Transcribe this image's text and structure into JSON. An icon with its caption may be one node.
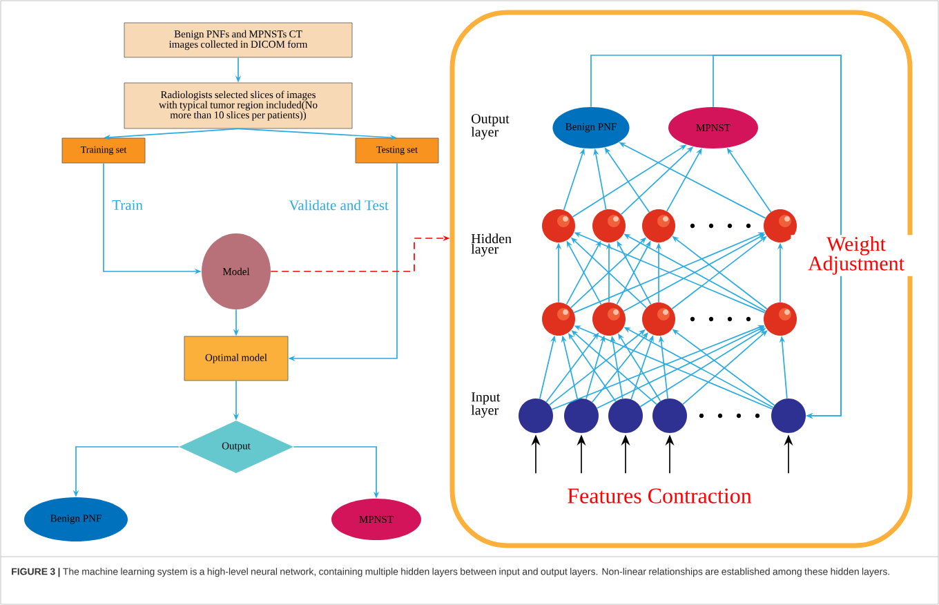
{
  "diagram": {
    "caption": "**FIGURE 3 |** The machine learning system is a high-level neural network, containing multiple hidden layers between input and output layers. Non-linear relationships are established among these hidden layers.",
    "nodes": [
      {
        "text": [
          "Benign PNFs and MPNSTs CT images collected in DICOM form"
        ]
      },
      {
        "text": [
          "Radiologists selected slices of images with typical tumor region included(No more than 10 slices per patients))"
        ]
      },
      {
        "text": [
          "Training set"
        ]
      },
      {
        "text": [
          "Testing set"
        ]
      },
      {
        "text": [
          "Model"
        ]
      },
      {
        "text": [
          "Optimal model"
        ]
      },
      {
        "text": [
          "Output"
        ]
      },
      {
        "text": [
          "Benign PNF"
        ]
      },
      {
        "text": [
          "MPNST"
        ]
      },
      {
        "text": [],
        "shape": "box"
      },
      {
        "text": [
          "Benign PNF"
        ],
        "in": 9
      },
      {
        "text": [
          "MPNST"
        ],
        "in": 9
      },
      {
        "text": [],
        "shape": "circle",
        "in": 9
      },
      {
        "text": [],
        "shape": "circle",
        "in": 9
      },
      {
        "text": [],
        "shape": "circle",
        "in": 9
      },
      {
        "text": [],
        "shape": "circle",
        "in": 9
      },
      {
        "text": [],
        "shape": "circle",
        "in": 9
      },
      {
        "text": [],
        "shape": "circle",
        "in": 9
      },
      {
        "text": [],
        "shape": "circle",
        "in": 9
      },
      {
        "text": [],
        "shape": "circle",
        "in": 9
      },
      {
        "text": [],
        "shape": "circle",
        "in": 9
      },
      {
        "text": [],
        "shape": "circle",
        "in": 9
      },
      {
        "text": [],
        "shape": "circle",
        "in": 9
      },
      {
        "text": [],
        "shape": "circle",
        "in": 9
      },
      {
        "text": [],
        "shape": "circle",
        "in": 9
      }
    ],
    "edges": [
      {
        "from": 0,
        "to": 1,
        "arrow": "to"
      },
      {
        "from": 1,
        "to": 2,
        "arrow": "to"
      },
      {
        "from": 1,
        "to": 3,
        "arrow": "to"
      },
      {
        "from": 2,
        "to": 4,
        "arrow": "to",
        "label": "Train"
      },
      {
        "from": 3,
        "to": 5,
        "arrow": "to",
        "label": "Validate and Test"
      },
      {
        "from": 4,
        "to": 5,
        "arrow": "to"
      },
      {
        "from": 5,
        "to": 6,
        "arrow": "to"
      },
      {
        "from": 6,
        "to": 7,
        "arrow": "to"
      },
      {
        "from": 6,
        "to": 8,
        "arrow": "to"
      },
      {
        "from": 4,
        "to": 9,
        "arrow": "to",
        "style": "dashed",
        "color": "#ff0000"
      },
      {
        "from": 12,
        "to": 10,
        "arrow": "to"
      },
      {
        "from": 12,
        "to": 11,
        "arrow": "to"
      },
      {
        "from": 13,
        "to": 10,
        "arrow": "to"
      },
      {
        "from": 13,
        "to": 11,
        "arrow": "to"
      },
      {
        "from": 14,
        "to": 10,
        "arrow": "to"
      },
      {
        "from": 14,
        "to": 11,
        "arrow": "to"
      },
      {
        "from": 15,
        "to": 10,
        "arrow": "to"
      },
      {
        "from": 15,
        "to": 11,
        "arrow": "to"
      },
      {
        "from": 16,
        "to": 12,
        "arrow": "to"
      },
      {
        "from": 16,
        "to": 13,
        "arrow": "to"
      },
      {
        "from": 16,
        "to": 14,
        "arrow": "to"
      },
      {
        "from": 16,
        "to": 15,
        "arrow": "to"
      },
      {
        "from": 17,
        "to": 12,
        "arrow": "to"
      },
      {
        "from": 17,
        "to": 13,
        "arrow": "to"
      },
      {
        "from": 17,
        "to": 14,
        "arrow": "to"
      },
      {
        "from": 17,
        "to": 15,
        "arrow": "to"
      },
      {
        "from": 18,
        "to": 12,
        "arrow": "to"
      },
      {
        "from": 18,
        "to": 13,
        "arrow": "to"
      },
      {
        "from": 18,
        "to": 14,
        "arrow": "to"
      },
      {
        "from": 18,
        "to": 15,
        "arrow": "to"
      },
      {
        "from": 19,
        "to": 12,
        "arrow": "to"
      },
      {
        "from": 19,
        "to": 13,
        "arrow": "to"
      },
      {
        "from": 19,
        "to": 14,
        "arrow": "to"
      },
      {
        "from": 19,
        "to": 15,
        "arrow": "to"
      },
      {
        "from": 20,
        "to": 16,
        "arrow": "to"
      },
      {
        "from": 20,
        "to": 17,
        "arrow": "to"
      },
      {
        "from": 20,
        "to": 18,
        "arrow": "to"
      },
      {
        "from": 20,
        "to": 19,
        "arrow": "to"
      },
      {
        "from": 21,
        "to": 16,
        "arrow": "to"
      },
      {
        "from": 21,
        "to": 17,
        "arrow": "to"
      },
      {
        "from": 21,
        "to": 18,
        "arrow": "to"
      },
      {
        "from": 21,
        "to": 19,
        "arrow": "to"
      },
      {
        "from": 22,
        "to": 16,
        "arrow": "to"
      },
      {
        "from": 22,
        "to": 17,
        "arrow": "to"
      },
      {
        "from": 22,
        "to": 18,
        "arrow": "to"
      },
      {
        "from": 22,
        "to": 19,
        "arrow": "to"
      },
      {
        "from": 23,
        "to": 16,
        "arrow": "to"
      },
      {
        "from": 23,
        "to": 17,
        "arrow": "to"
      },
      {
        "from": 23,
        "to": 18,
        "arrow": "to"
      },
      {
        "from": 23,
        "to": 19,
        "arrow": "to"
      },
      {
        "from": 24,
        "to": 16,
        "arrow": "to"
      },
      {
        "from": 24,
        "to": 17,
        "arrow": "to"
      },
      {
        "from": 24,
        "to": 18,
        "arrow": "to"
      },
      {
        "from": 24,
        "to": 19,
        "arrow": "to"
      },
      {
        "from": 10,
        "to": 24,
        "arrow": "to",
        "label": "Weight Adjustment"
      },
      {
        "from": 11,
        "to": 24,
        "arrow": "to"
      },
      {
        "from": null,
        "to": 20,
        "arrow": "to",
        "color": "#000000"
      },
      {
        "from": null,
        "to": 21,
        "arrow": "to",
        "color": "#000000"
      },
      {
        "from": null,
        "to": 22,
        "arrow": "to",
        "color": "#000000"
      },
      {
        "from": null,
        "to": 23,
        "arrow": "to",
        "color": "#000000"
      },
      {
        "from": null,
        "to": 24,
        "arrow": "to",
        "color": "#000000"
      }
    ],
    "labels": [
      "Output layer",
      "Hidden layer",
      "Input layer",
      "Features Contraction"
    ]
  }
}
